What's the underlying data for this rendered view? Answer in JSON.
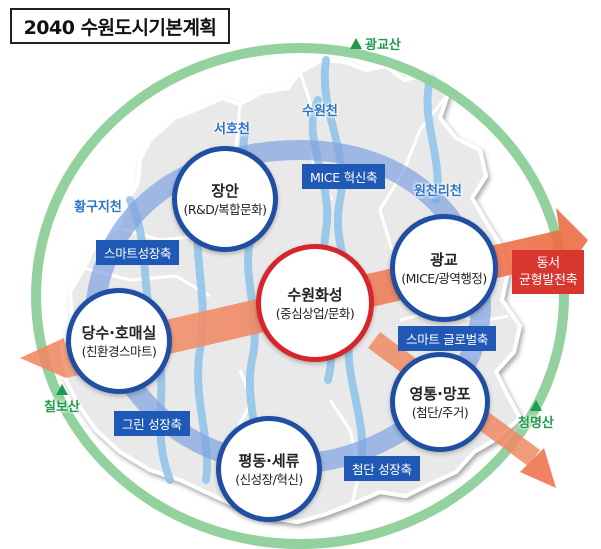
{
  "title": "2040 수원도시기본계획",
  "centers": [
    {
      "name": "수원화성",
      "desc": "(중심상업/문화)"
    },
    {
      "name": "장안",
      "desc": "(R&D/복합문화)"
    },
    {
      "name": "광교",
      "desc": "(MICE/광역행정)"
    },
    {
      "name": "당수·호매실",
      "desc": "(친환경스마트)"
    },
    {
      "name": "영통·망포",
      "desc": "(첨단/주거)"
    },
    {
      "name": "평동·세류",
      "desc": "(신성장/혁신)"
    }
  ],
  "axes": {
    "mice": "MICE 혁신축",
    "smart_growth": "스마트성장축",
    "smart_global": "스마트 글로벌축",
    "green_growth": "그린 성장축",
    "advanced_growth": "첨단 성장축",
    "east_west": [
      "동서",
      "균형발전축"
    ]
  },
  "streams": {
    "seoho": "서호천",
    "suwon": "수원천",
    "woncheonri": "원천리천",
    "hwanggu": "황구지천"
  },
  "mountains": {
    "gwanggyo": "광교산",
    "chilbo": "칠보산",
    "cheongmyeong": "청명산"
  },
  "colors": {
    "core_ring": "#d6262b",
    "center_ring": "#1f4ea3",
    "axis_label": "#1f59b5",
    "east_west_axis": "#f0825c",
    "green_belt": "#8dcf9a",
    "stream": "#8ec3ea"
  }
}
